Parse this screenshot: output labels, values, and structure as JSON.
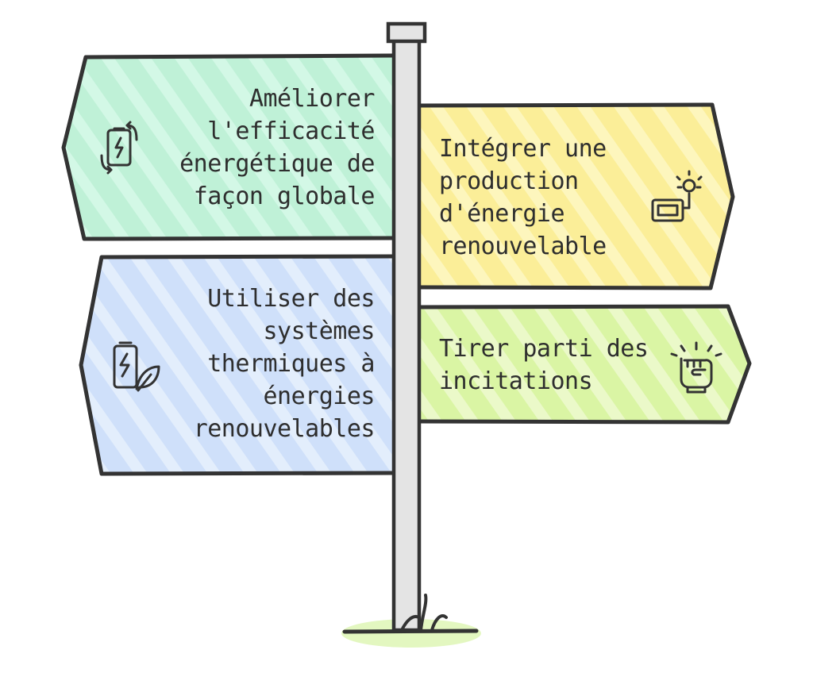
{
  "signs": [
    {
      "id": "tl",
      "label": "Améliorer\nl'efficacité\nénergétique de\nfaçon globale",
      "icon": "battery-cycle-icon",
      "color": "#c8f5df"
    },
    {
      "id": "tr",
      "label": "Intégrer une\nproduction\nd'énergie\nrenouvelable",
      "icon": "generator-lightbulb-icon",
      "color": "#fbf2a8"
    },
    {
      "id": "bl",
      "label": "Utiliser des\nsystèmes\nthermiques à\nénergies\nrenouvelables",
      "icon": "battery-leaf-icon",
      "color": "#d9e7fb"
    },
    {
      "id": "br",
      "label": "Tirer parti des\nincitations",
      "icon": "fist-icon",
      "color": "#e3f7b8"
    }
  ],
  "colors": {
    "outline": "#333333",
    "post": "#e4e4e4",
    "grass": "#dff7b8"
  }
}
